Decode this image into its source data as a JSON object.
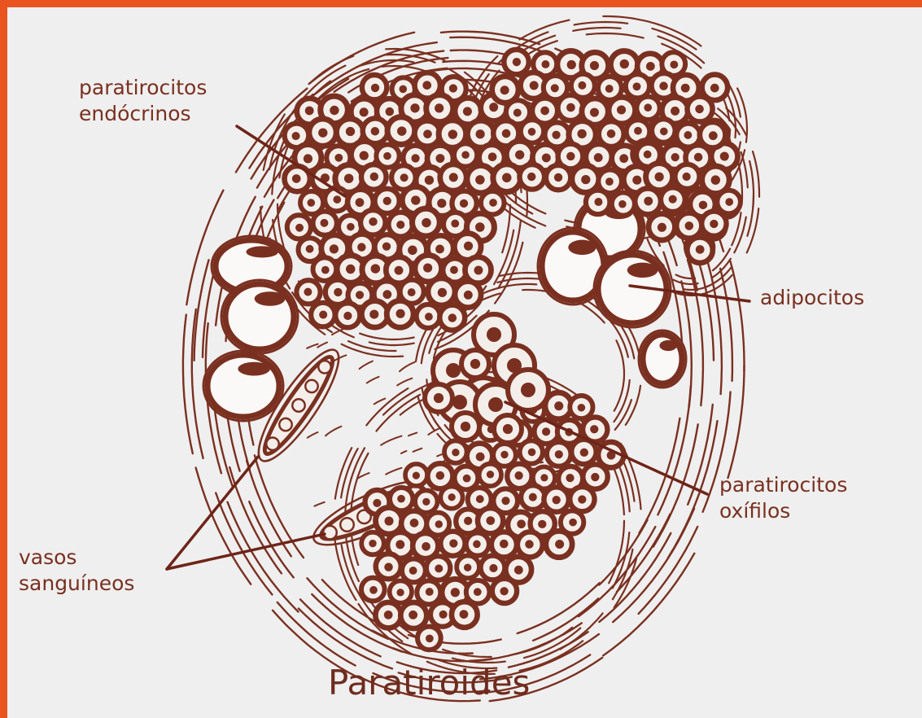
{
  "diagram": {
    "title": "Paratiroides",
    "labels": {
      "endocrine_line1": "paratirocitos",
      "endocrine_line2": "endócrinos",
      "adipocytes": "adipocitos",
      "oxyphil_line1": "paratirocitos",
      "oxyphil_line2": "oxífilos",
      "vessels_line1": "vasos",
      "vessels_line2": "sanguíneos"
    }
  },
  "colors": {
    "frame": "#e9531f",
    "background": "#efefef",
    "ink": "#7a3020",
    "cell_fill": "#f4eeea"
  }
}
